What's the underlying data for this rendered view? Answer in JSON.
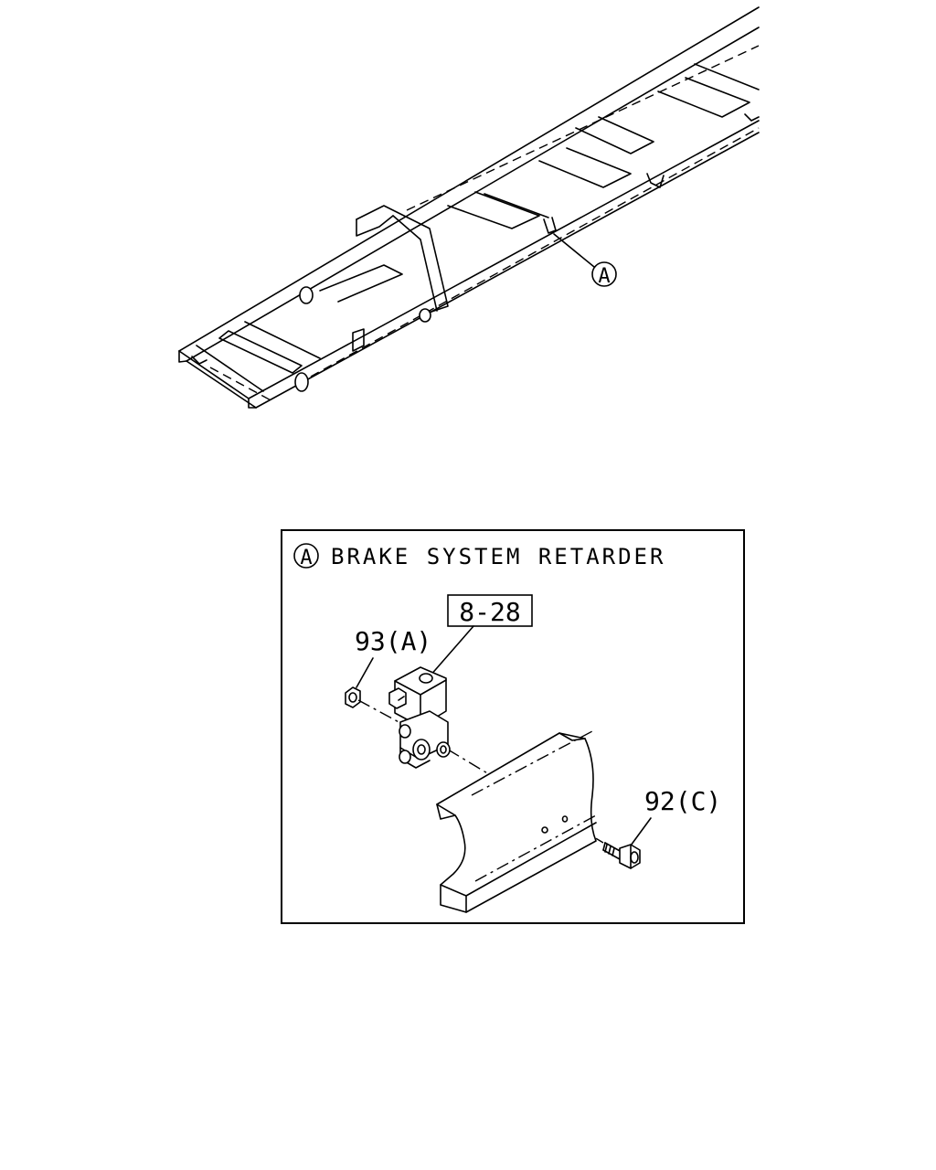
{
  "overview": {
    "callout_letter": "A"
  },
  "detail": {
    "callout_letter": "A",
    "title": "BRAKE SYSTEM RETARDER",
    "reference_box": "8-28",
    "label_nut": "93(A)",
    "label_bolt": "92(C)"
  }
}
